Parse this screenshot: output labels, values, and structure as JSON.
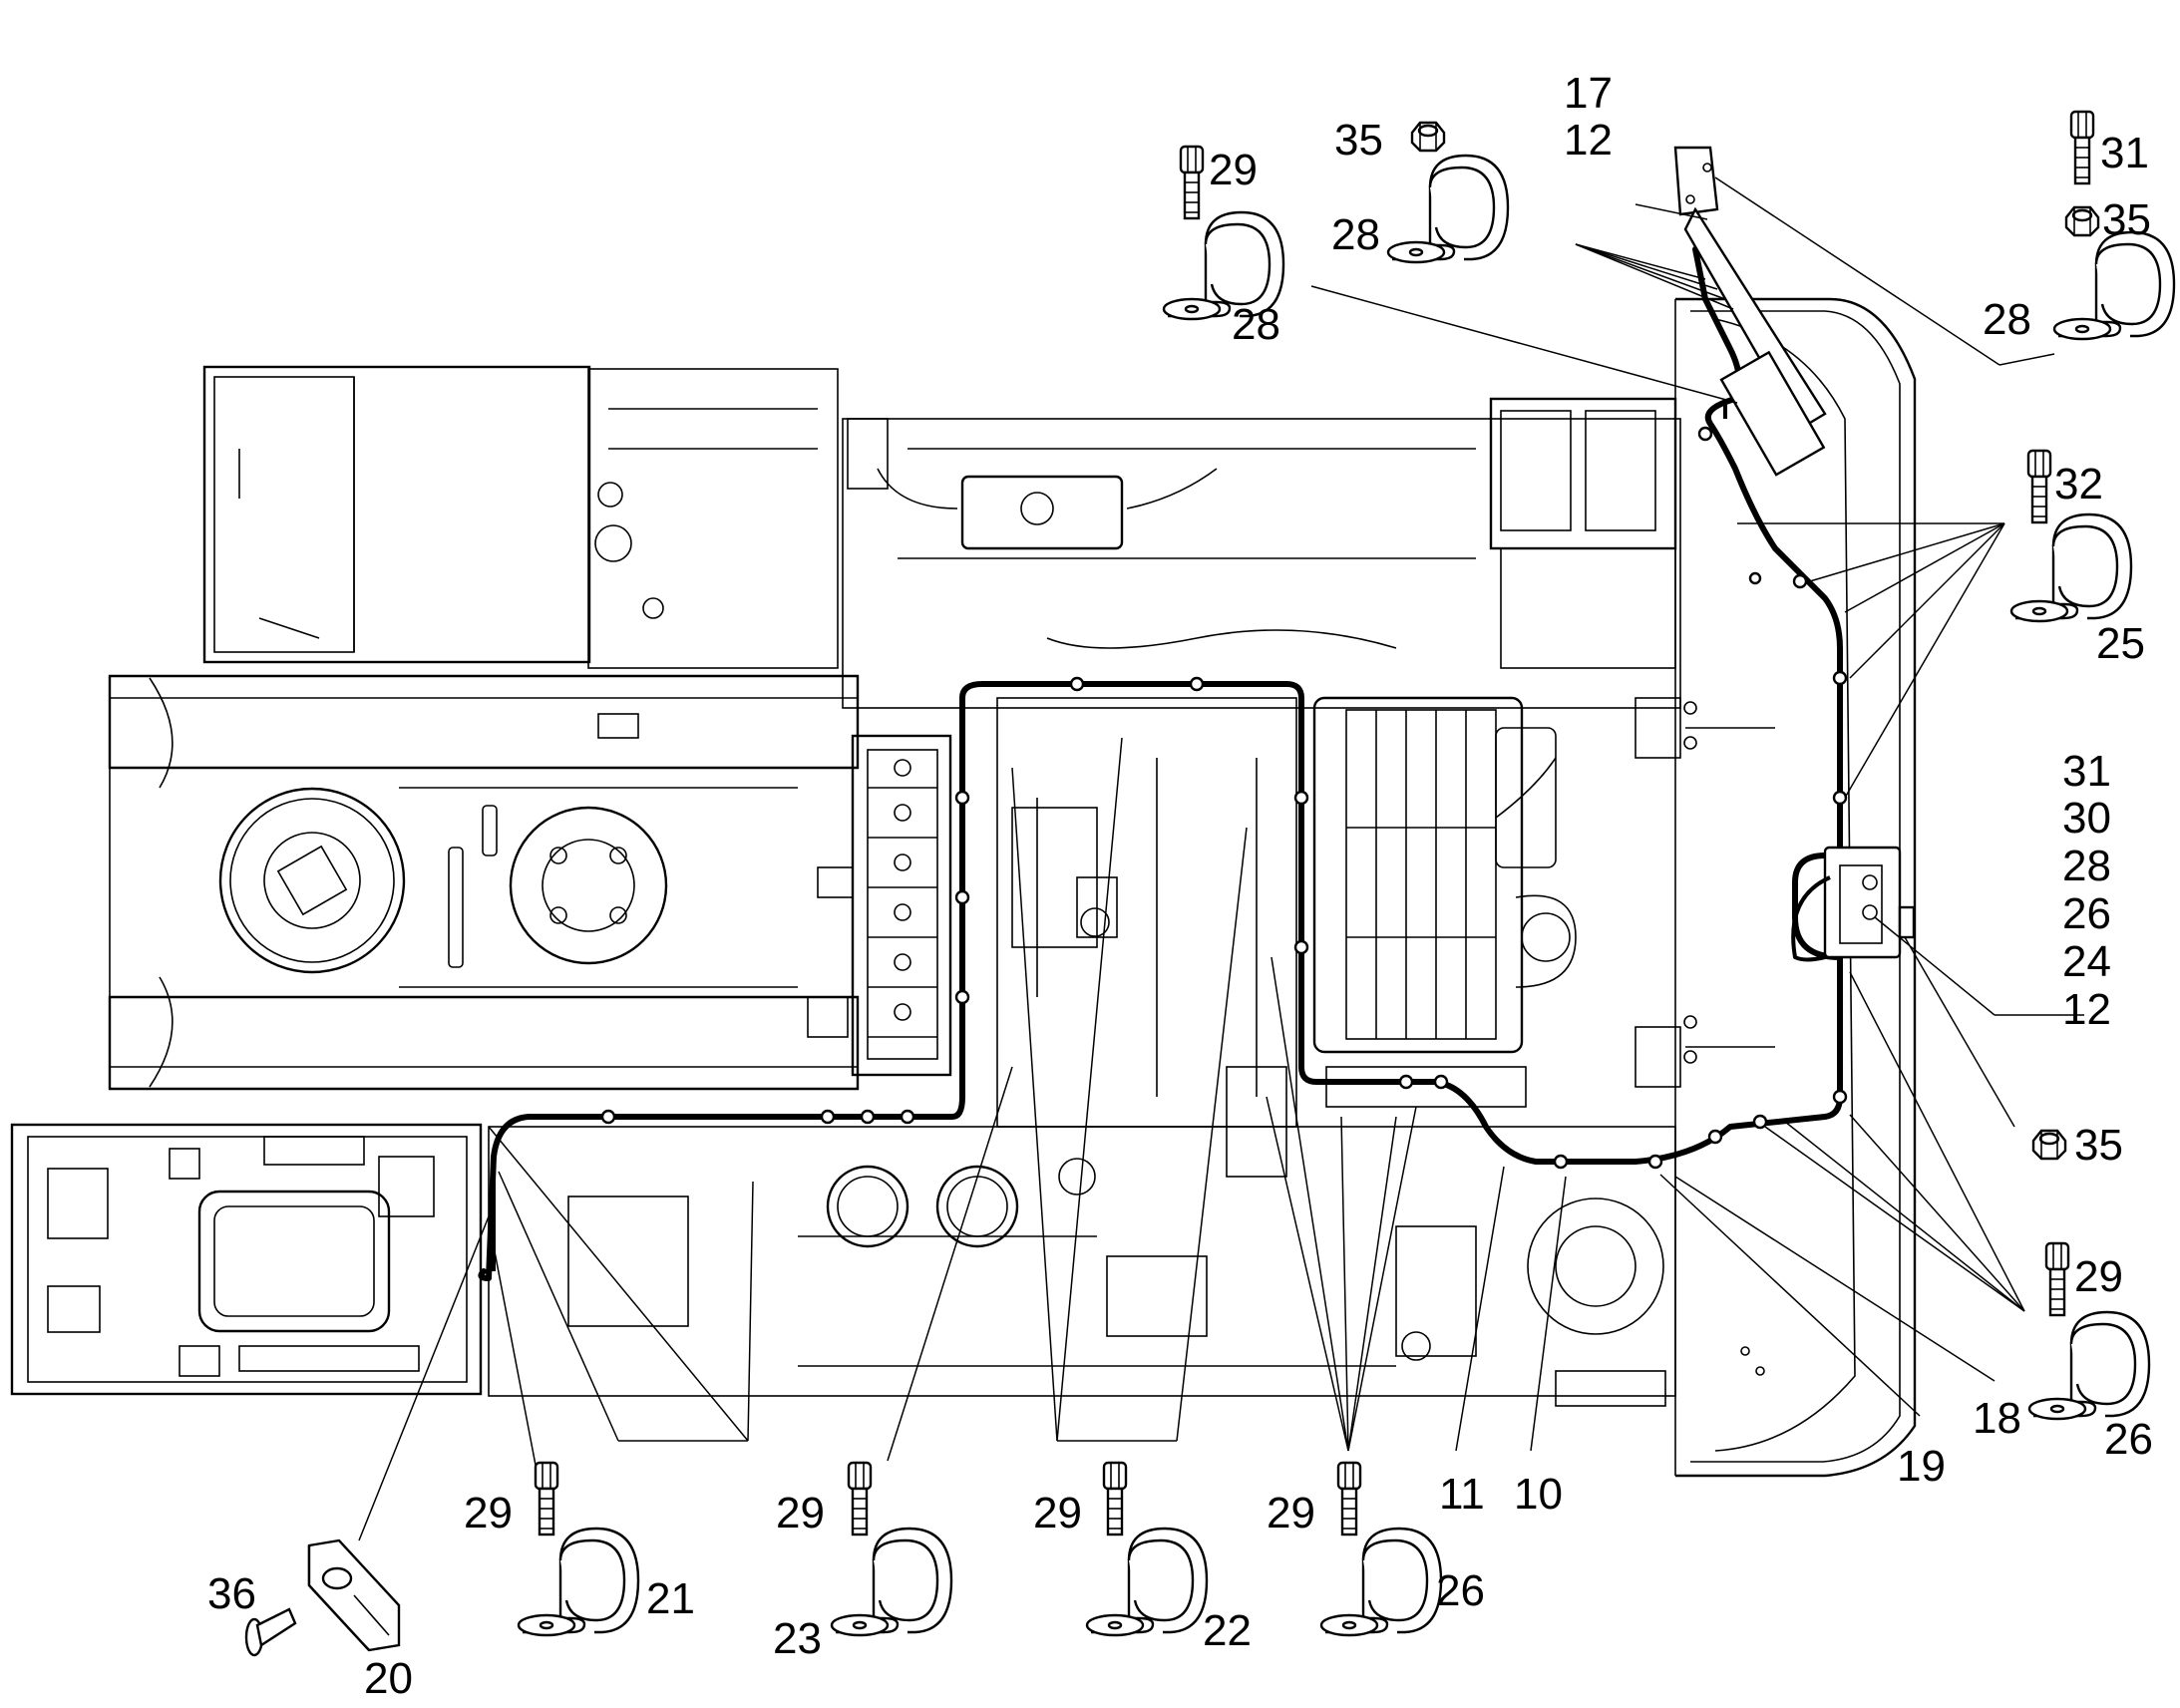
{
  "callouts": [
    {
      "id": "c17a",
      "label": "17"
    },
    {
      "id": "c12a",
      "label": "12"
    },
    {
      "id": "c12b",
      "label": "12"
    },
    {
      "id": "c35a",
      "label": "35"
    },
    {
      "id": "c28a",
      "label": "28"
    },
    {
      "id": "c29a",
      "label": "29"
    },
    {
      "id": "c28b",
      "label": "28"
    },
    {
      "id": "c31a",
      "label": "31"
    },
    {
      "id": "c35b",
      "label": "35"
    },
    {
      "id": "c28c",
      "label": "28"
    },
    {
      "id": "c32",
      "label": "32"
    },
    {
      "id": "c25",
      "label": "25"
    },
    {
      "id": "c31b",
      "label": "31"
    },
    {
      "id": "c30",
      "label": "30"
    },
    {
      "id": "c28d",
      "label": "28"
    },
    {
      "id": "c26a",
      "label": "26"
    },
    {
      "id": "c24",
      "label": "24"
    },
    {
      "id": "c12c",
      "label": "12"
    },
    {
      "id": "c35c",
      "label": "35"
    },
    {
      "id": "c29b",
      "label": "29"
    },
    {
      "id": "c26b",
      "label": "26"
    },
    {
      "id": "c18",
      "label": "18"
    },
    {
      "id": "c19",
      "label": "19"
    },
    {
      "id": "c11",
      "label": "11"
    },
    {
      "id": "c10",
      "label": "10"
    },
    {
      "id": "c29c",
      "label": "29"
    },
    {
      "id": "c26c",
      "label": "26"
    },
    {
      "id": "c29d",
      "label": "29"
    },
    {
      "id": "c22",
      "label": "22"
    },
    {
      "id": "c29e",
      "label": "29"
    },
    {
      "id": "c23",
      "label": "23"
    },
    {
      "id": "c29f",
      "label": "29"
    },
    {
      "id": "c21",
      "label": "21"
    },
    {
      "id": "c36",
      "label": "36"
    },
    {
      "id": "c20",
      "label": "20"
    }
  ],
  "parts": [
    {
      "id": "p-screw-29-top",
      "icon": "cap-screw-icon"
    },
    {
      "id": "p-clamp-28-top",
      "icon": "hose-clamp-icon"
    },
    {
      "id": "p-nut-35-top",
      "icon": "hex-nut-icon"
    },
    {
      "id": "p-clamp-28-mid",
      "icon": "hose-clamp-icon"
    },
    {
      "id": "p-screw-31-right",
      "icon": "cap-screw-icon"
    },
    {
      "id": "p-nut-35-right",
      "icon": "hex-nut-icon"
    },
    {
      "id": "p-clamp-28-right",
      "icon": "hose-clamp-icon"
    },
    {
      "id": "p-screw-32",
      "icon": "cap-screw-icon"
    },
    {
      "id": "p-clamp-25",
      "icon": "hose-clamp-icon"
    },
    {
      "id": "p-nut-35-lower",
      "icon": "hex-nut-icon"
    },
    {
      "id": "p-screw-29-right",
      "icon": "cap-screw-icon"
    },
    {
      "id": "p-clamp-26-right",
      "icon": "hose-clamp-icon"
    },
    {
      "id": "p-screw-29-b4",
      "icon": "cap-screw-icon"
    },
    {
      "id": "p-clamp-26-b4",
      "icon": "hose-clamp-icon"
    },
    {
      "id": "p-screw-29-b3",
      "icon": "cap-screw-icon"
    },
    {
      "id": "p-clamp-22",
      "icon": "hose-clamp-icon"
    },
    {
      "id": "p-screw-29-b2",
      "icon": "cap-screw-icon"
    },
    {
      "id": "p-clamp-23",
      "icon": "hose-clamp-icon"
    },
    {
      "id": "p-screw-29-b1",
      "icon": "cap-screw-icon"
    },
    {
      "id": "p-clamp-21",
      "icon": "hose-clamp-icon"
    },
    {
      "id": "p-bracket-20",
      "icon": "bracket-icon"
    },
    {
      "id": "p-screw-36",
      "icon": "screw-icon"
    }
  ]
}
